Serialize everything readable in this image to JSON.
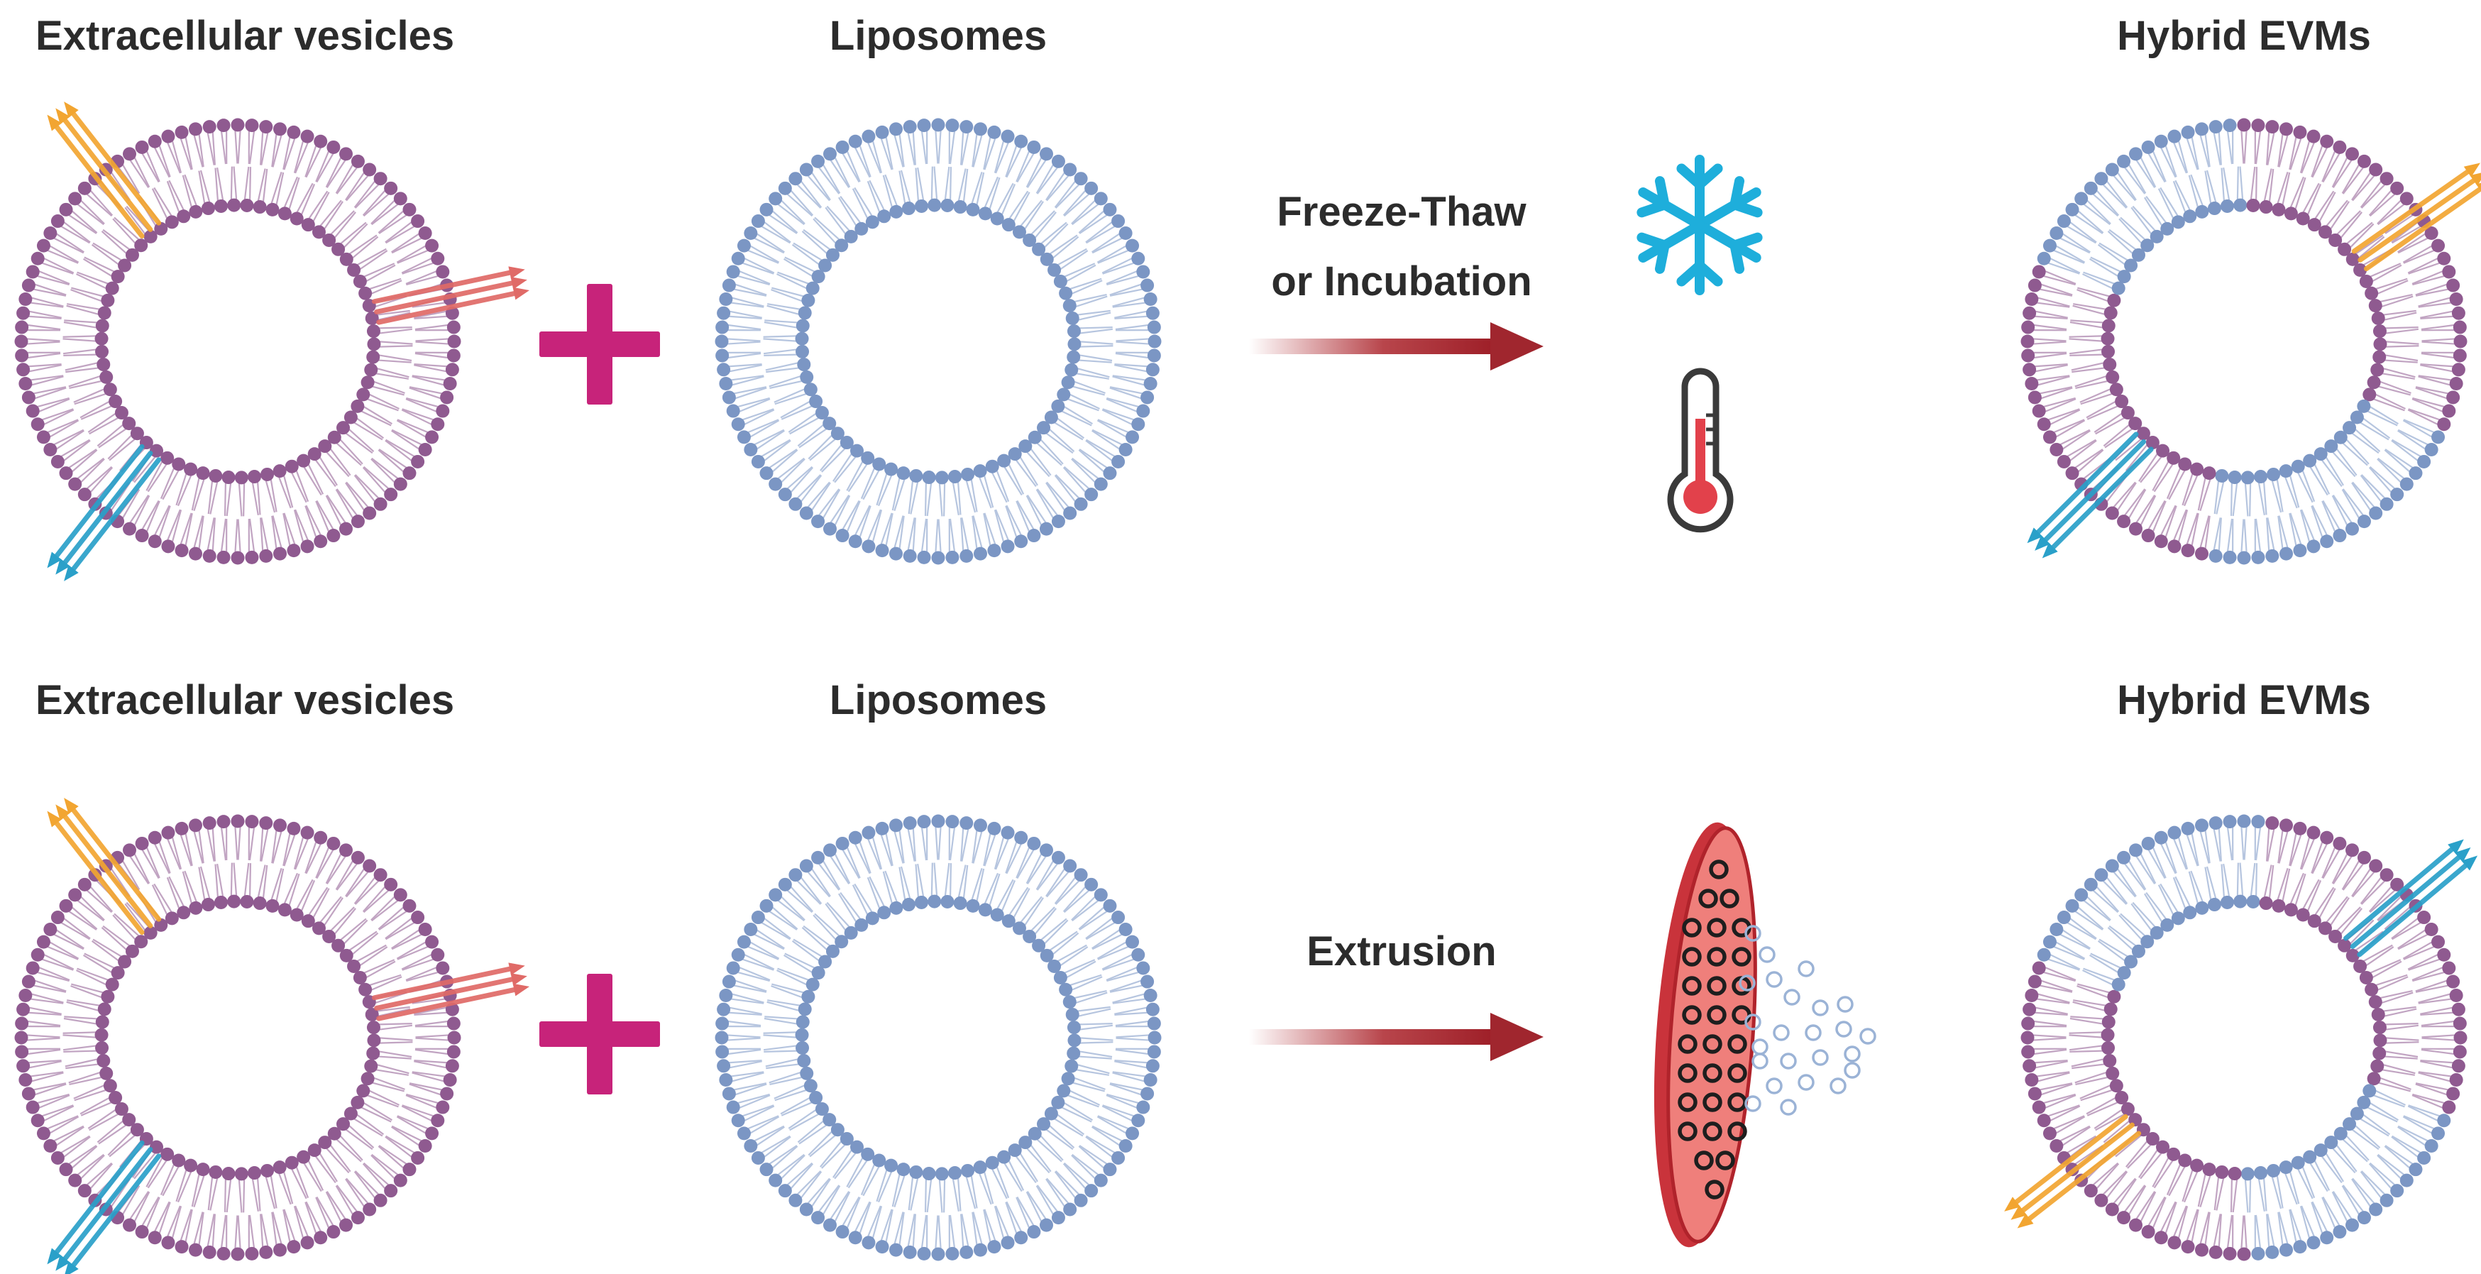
{
  "rows": [
    {
      "titles": {
        "extracellular_vesicles": "Extracellular vesicles",
        "liposomes": "Liposomes",
        "hybrid": "Hybrid EVMs"
      },
      "method": [
        "Freeze-Thaw",
        "or Incubation"
      ],
      "method_icons": [
        "snowflake-icon",
        "thermometer-icon"
      ]
    },
    {
      "titles": {
        "extracellular_vesicles": "Extracellular vesicles",
        "liposomes": "Liposomes",
        "hybrid": "Hybrid EVMs"
      },
      "method": [
        "Extrusion"
      ],
      "method_icons": [
        "extrusion-membrane-icon"
      ]
    }
  ],
  "colors": {
    "ev_lipid": "#8f5a90",
    "liposome_lipid": "#7b96c4",
    "plus": "#c7237a",
    "arrow": "#a0262e",
    "protein_orange": "#f2a531",
    "protein_red": "#e06a67",
    "protein_blue": "#2aa0c9",
    "snowflake": "#1eaedb",
    "thermometer": "#e2414b",
    "membrane_fill": "#ef7f7b",
    "membrane_edge": "#b0232b",
    "text": "#2c2c2c"
  }
}
